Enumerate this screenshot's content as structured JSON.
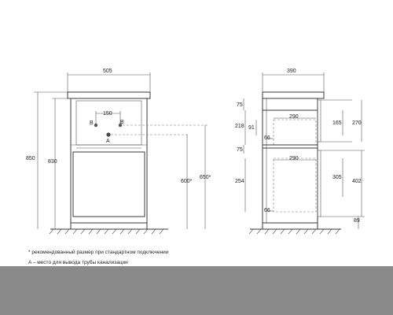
{
  "front": {
    "width": "505",
    "hole_spacing": "150",
    "b_left": "B",
    "b_right": "B",
    "a": "A",
    "height_total": "850",
    "height_body": "830",
    "height_drain": "600*",
    "height_pipe": "650*"
  },
  "side": {
    "depth": "390",
    "d_75_top": "75",
    "d_218": "218",
    "d_91": "91",
    "d_290_top": "290",
    "d_66_top": "66",
    "d_165": "165",
    "d_270": "270",
    "d_75_mid": "75",
    "d_290_bot": "290",
    "d_254": "254",
    "d_305": "305",
    "d_402": "402",
    "d_66_bot": "66",
    "d_89": "89"
  },
  "notes": {
    "line1": "* рекомендованный размер при стандартном подключении",
    "line2": "A – место для вывода трубы канализации"
  }
}
